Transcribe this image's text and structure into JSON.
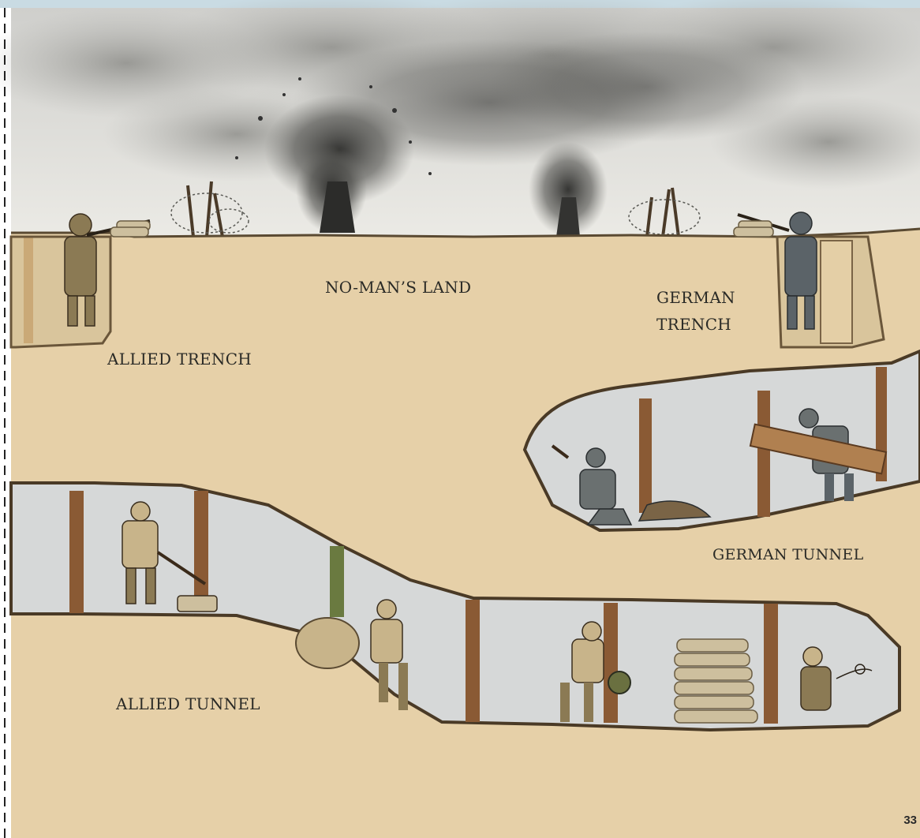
{
  "labels": {
    "no_mans_land": "NO-MAN’S LAND",
    "german_trench": "GERMAN\nTRENCH",
    "allied_trench": "ALLIED TRENCH",
    "german_tunnel": "GERMAN TUNNEL",
    "allied_tunnel": "ALLIED TUNNEL"
  },
  "page_number": "33",
  "colors": {
    "top_band": "#c9dbe3",
    "sky": "#d9d9d6",
    "smoke": "#3a3a38",
    "earth": "#e6d0a8",
    "earth_edge": "#5a4a32",
    "tunnel_wall": "#d6d8d8",
    "timber": "#8a5a34",
    "khaki": "#8b7a54",
    "field_grey": "#5b6368",
    "margin_dash": "#222222"
  }
}
